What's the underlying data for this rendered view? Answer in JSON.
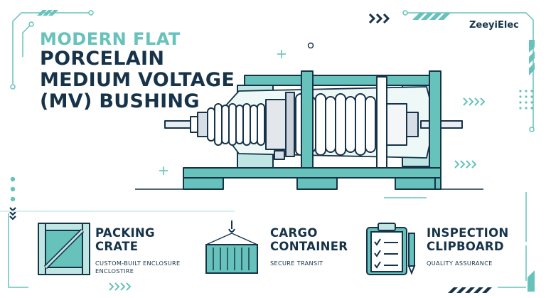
{
  "brand": "ZeeyiElec",
  "title": {
    "line1": "MODERN FLAT",
    "line2": "PORCELAIN",
    "line3": "MEDIUM VOLTAGE",
    "line4": "(MV) BUSHING"
  },
  "features": [
    {
      "title1": "PACKING",
      "title2": "CRATE",
      "sub1": "CUSTOM-BUILT ENCLOSURE",
      "sub2": "ENCLOSTIRE",
      "icon": "packing-crate-icon"
    },
    {
      "title1": "CARGO",
      "title2": "CONTAINER",
      "sub1": "SECURE TRANSIT",
      "sub2": "",
      "icon": "cargo-container-icon"
    },
    {
      "title1": "INSPECTION",
      "title2": "CLIPBOARD",
      "sub1": "QUALITY ASSURANCE",
      "sub2": "",
      "icon": "inspection-clipboard-icon"
    }
  ],
  "colors": {
    "navy": "#163349",
    "teal": "#66c2bb",
    "teal_light": "#bfe6e2",
    "background": "#ffffff"
  }
}
